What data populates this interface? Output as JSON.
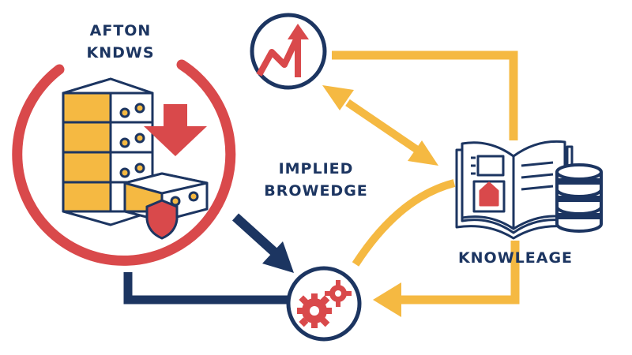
{
  "labels": {
    "source": [
      "AFTON",
      "KNDWS"
    ],
    "middle": [
      "IMPLIED",
      "BROWEDGE"
    ],
    "knowledge": "KNOWLEAGE"
  },
  "colors": {
    "navy": "#1c3561",
    "red": "#d9494b",
    "yellow": "#f5b942",
    "white": "#ffffff"
  },
  "icons": [
    "server-stack-icon",
    "download-arrow-icon",
    "shield-icon",
    "trend-up-arrow-icon",
    "gears-icon",
    "open-book-icon",
    "database-icon"
  ]
}
